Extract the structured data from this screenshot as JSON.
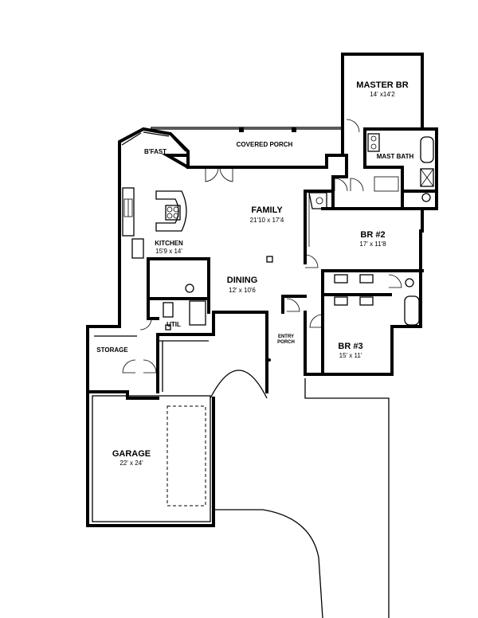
{
  "rooms": {
    "master_br": {
      "name": "MASTER BR",
      "size": "14' x14'2"
    },
    "mast_bath": {
      "name": "MAST BATH"
    },
    "bfast": {
      "name": "B'FAST"
    },
    "covered_porch": {
      "name": "COVERED PORCH"
    },
    "family": {
      "name": "FAMILY",
      "size": "21'10 x 17'4"
    },
    "kitchen": {
      "name": "KITCHEN",
      "size": "15'9 x 14'"
    },
    "br2": {
      "name": "BR #2",
      "size": "17' x 11'8"
    },
    "dining": {
      "name": "DINING",
      "size": "12' x 10'6"
    },
    "util": {
      "name": "UTIL"
    },
    "storage": {
      "name": "STORAGE"
    },
    "entry_porch": {
      "name": "ENTRY",
      "name2": "PORCH"
    },
    "br3": {
      "name": "BR #3",
      "size": "15' x 11'"
    },
    "garage": {
      "name": "GARAGE",
      "size": "22' x 24'"
    }
  }
}
